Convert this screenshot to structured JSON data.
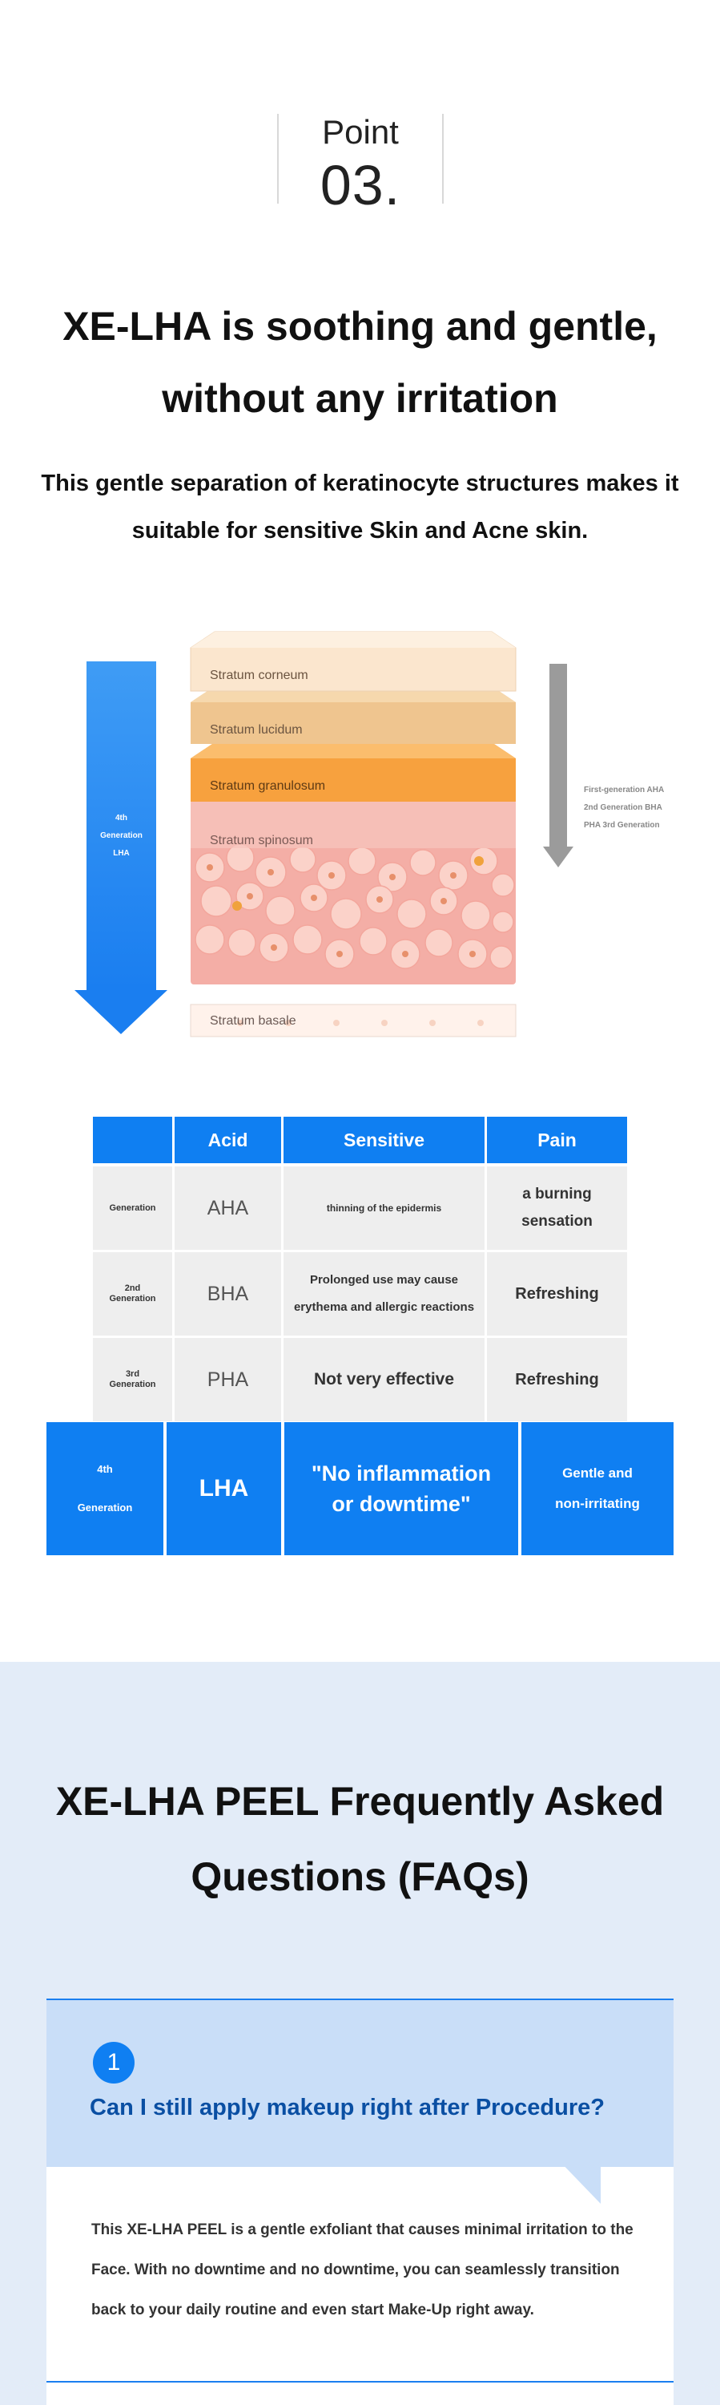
{
  "point": {
    "label": "Point",
    "number": "03."
  },
  "headline": {
    "line1": "XE-LHA is soothing and gentle,",
    "line2": "without any irritation"
  },
  "subtitle": {
    "line1": "This gentle separation of keratinocyte structures makes it",
    "line2": "suitable for sensitive Skin and Acne skin."
  },
  "diagram": {
    "left_arrow": {
      "line1": "4th",
      "line2": "Generation",
      "line3": "LHA",
      "color": "#1a7ef0"
    },
    "right_arrow_labels": [
      "First-generation AHA",
      "2nd Generation BHA",
      "PHA 3rd Generation"
    ],
    "layers": {
      "corneum": "Stratum corneum",
      "lucidum": "Stratum lucidum",
      "granulosum": "Stratum granulosum",
      "spinosum": "Stratum spinosum",
      "basale": "Stratum basale"
    }
  },
  "table": {
    "headers": [
      "",
      "Acid",
      "Sensitive",
      "Pain"
    ],
    "rows": [
      {
        "gen": "Generation",
        "acid": "AHA",
        "sensitive": "thinning of the epidermis",
        "pain_l1": "a burning",
        "pain_l2": "sensation"
      },
      {
        "gen_l1": "2nd",
        "gen_l2": "Generation",
        "acid": "BHA",
        "sens_l1": "Prolonged use may cause",
        "sens_l2": "erythema and allergic reactions",
        "pain": "Refreshing"
      },
      {
        "gen_l1": "3rd",
        "gen_l2": "Generation",
        "acid": "PHA",
        "sensitive": "Not very effective",
        "pain": "Refreshing"
      }
    ],
    "highlight": {
      "gen_l1": "4th",
      "gen_l2": "Generation",
      "acid": "LHA",
      "sens_l1": "\"No inflammation",
      "sens_l2": "or downtime\"",
      "pain_l1": "Gentle and",
      "pain_l2": "non-irritating"
    },
    "accent": "#0f7ff2"
  },
  "faq": {
    "title_l1": "XE-LHA PEEL Frequently Asked",
    "title_l2": "Questions (FAQs)",
    "items": [
      {
        "number": "1",
        "question": "Can I still apply makeup right after Procedure?",
        "answer_l1": "This XE-LHA PEEL is a gentle exfoliant that causes minimal irritation to the",
        "answer_l2": "Face. With no downtime and no downtime, you can seamlessly transition",
        "answer_l3": "back to your daily routine and even start Make-Up right away."
      }
    ]
  }
}
